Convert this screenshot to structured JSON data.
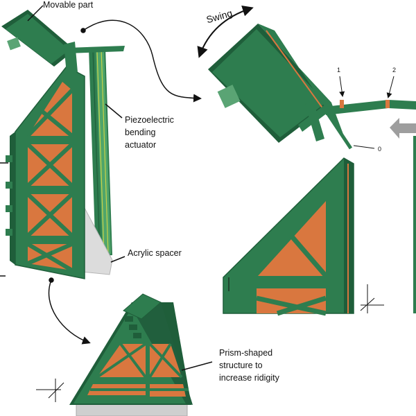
{
  "labels": {
    "movable_part": "Movable part",
    "piezo_line1": "Piezoelectric",
    "piezo_line2": "bending",
    "piezo_line3": "actuator",
    "acrylic_spacer": "Acrylic spacer",
    "swing": "Swing",
    "prism_line1": "Prism-shaped",
    "prism_line2": "structure to",
    "prism_line3": "increase ridigity",
    "point_1": "1",
    "point_2": "2",
    "point_0": "0"
  },
  "colors": {
    "frame_green": "#2e7d4f",
    "frame_dark": "#1f5e3a",
    "panel_orange": "#d9773f",
    "spacer_grey": "#d9d9d9",
    "arrow_grey": "#9e9e9e"
  }
}
